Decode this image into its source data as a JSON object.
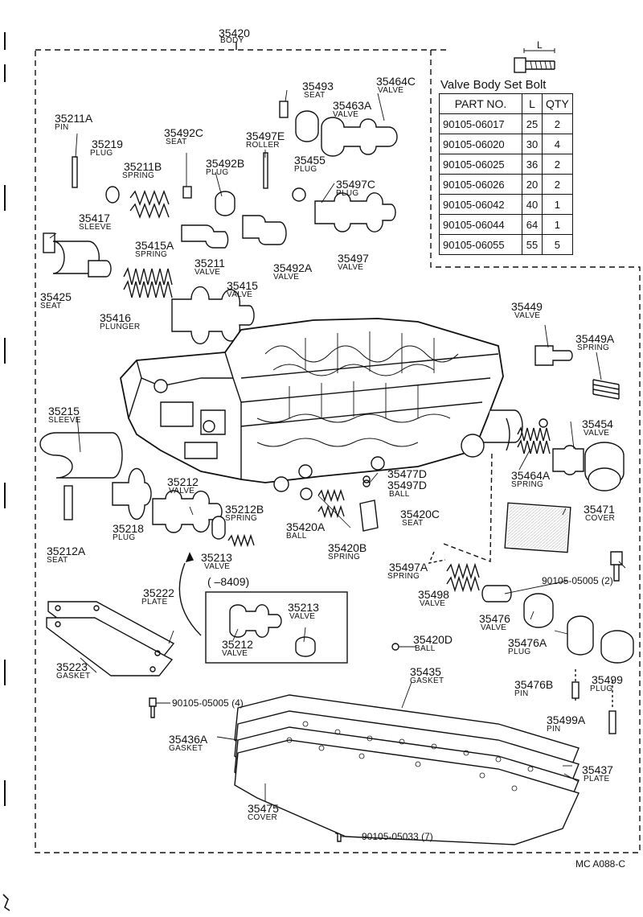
{
  "header": {
    "body_number": "35420",
    "body_label": "BODY"
  },
  "bolt_table": {
    "title": "Valve Body Set Bolt",
    "dim_label": "L",
    "columns": [
      "PART NO.",
      "L",
      "QTY"
    ],
    "rows": [
      [
        "90105-06017",
        "25",
        "2"
      ],
      [
        "90105-06020",
        "30",
        "4"
      ],
      [
        "90105-06025",
        "36",
        "2"
      ],
      [
        "90105-06026",
        "20",
        "2"
      ],
      [
        "90105-06042",
        "40",
        "1"
      ],
      [
        "90105-06044",
        "64",
        "1"
      ],
      [
        "90105-06055",
        "55",
        "5"
      ]
    ]
  },
  "labels": [
    {
      "id": "35493",
      "name": "SEAT"
    },
    {
      "id": "35464C",
      "name": "VALVE"
    },
    {
      "id": "35463A",
      "name": "VALVE"
    },
    {
      "id": "35455",
      "name": "PLUG"
    },
    {
      "id": "35211A",
      "name": "PIN"
    },
    {
      "id": "35219",
      "name": "PLUG"
    },
    {
      "id": "35211B",
      "name": "SPRING"
    },
    {
      "id": "35492C",
      "name": "SEAT"
    },
    {
      "id": "35497E",
      "name": "ROLLER"
    },
    {
      "id": "35492B",
      "name": "PLUG"
    },
    {
      "id": "35497C",
      "name": "PLUG"
    },
    {
      "id": "35417",
      "name": "SLEEVE"
    },
    {
      "id": "35415A",
      "name": "SPRING"
    },
    {
      "id": "35211",
      "name": "VALVE"
    },
    {
      "id": "35492A",
      "name": "VALVE"
    },
    {
      "id": "35497",
      "name": "VALVE"
    },
    {
      "id": "35425",
      "name": "SEAT"
    },
    {
      "id": "35415",
      "name": "VALVE"
    },
    {
      "id": "35416",
      "name": "PLUNGER"
    },
    {
      "id": "35449",
      "name": "VALVE"
    },
    {
      "id": "35449A",
      "name": "SPRING"
    },
    {
      "id": "35215",
      "name": "SLEEVE"
    },
    {
      "id": "35454",
      "name": "VALVE"
    },
    {
      "id": "35477D",
      "name": ""
    },
    {
      "id": "35497D",
      "name": "BALL"
    },
    {
      "id": "35212",
      "name": "VALVE"
    },
    {
      "id": "35464A",
      "name": "SPRING"
    },
    {
      "id": "35212B",
      "name": "SPRING"
    },
    {
      "id": "35420C",
      "name": "SEAT"
    },
    {
      "id": "35471",
      "name": "COVER"
    },
    {
      "id": "35218",
      "name": "PLUG"
    },
    {
      "id": "35420A",
      "name": "BALL"
    },
    {
      "id": "35212A",
      "name": "SEAT"
    },
    {
      "id": "35420B",
      "name": "SPRING"
    },
    {
      "id": "35213",
      "name": "VALVE"
    },
    {
      "id": "35497A",
      "name": "SPRING"
    },
    {
      "id": "35222",
      "name": "PLATE"
    },
    {
      "id": "35498",
      "name": "VALVE"
    },
    {
      "id": "35476",
      "name": "VALVE"
    },
    {
      "id": "35213b",
      "name": "VALVE",
      "display": "35213"
    },
    {
      "id": "35212b",
      "name": "VALVE",
      "display": "35212"
    },
    {
      "id": "35476A",
      "name": "PLUG"
    },
    {
      "id": "35499",
      "name": "PLUG"
    },
    {
      "id": "35420D",
      "name": "BALL"
    },
    {
      "id": "35223",
      "name": "GASKET"
    },
    {
      "id": "35435",
      "name": "GASKET"
    },
    {
      "id": "35476B",
      "name": "PIN"
    },
    {
      "id": "35499A",
      "name": "PIN"
    },
    {
      "id": "35436A",
      "name": "GASKET"
    },
    {
      "id": "35437",
      "name": "PLATE"
    },
    {
      "id": "35475",
      "name": "COVER"
    }
  ],
  "bolt_callouts": {
    "b1": "90105-05005 (2)",
    "b2": "90105-05005 (4)",
    "b3": "90105-05033 (7)"
  },
  "inset_caption": "(      –8409)",
  "footer_code": "MC  A088-C"
}
